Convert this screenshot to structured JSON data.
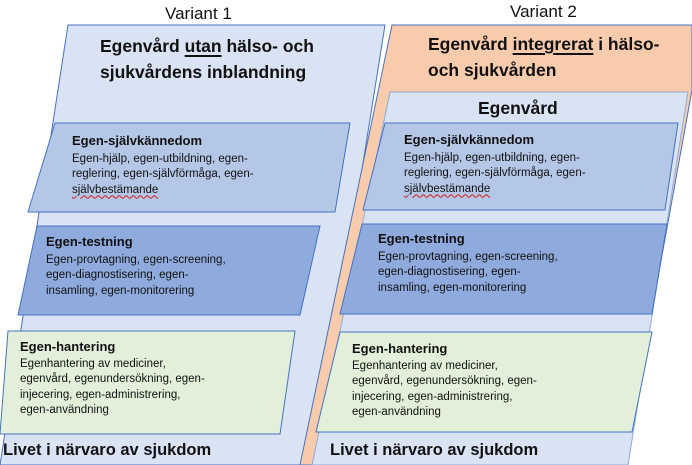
{
  "variants": [
    {
      "label": "Variant 1",
      "heading": {
        "pre": "Egenvård ",
        "em": "utan",
        "post": " hälso- och",
        "line2": "sjukvårdens inblandning"
      },
      "bottom": "Livet i närvaro av sjukdom",
      "sections": [
        {
          "title": "Egen-självkännedom",
          "lines": [
            "Egen-hjälp, egen-utbildning, egen-",
            "reglering, egen-självförmåga, egen-",
            "självbestämande"
          ]
        },
        {
          "title": "Egen-testning",
          "lines": [
            "Egen-provtagning, egen-screening,",
            "egen-diagnostisering, egen-",
            "insamling, egen-monitorering"
          ]
        },
        {
          "title": "Egen-hantering",
          "lines": [
            "Egenhantering av mediciner,",
            "egenvård, egenundersökning, egen-",
            "injecering, egen-administrering,",
            "egen-användning"
          ]
        }
      ]
    },
    {
      "label": "Variant 2",
      "heading": {
        "pre": "Egenvård ",
        "em": "integrerat",
        "post": " i hälso-",
        "line2": "och sjukvården"
      },
      "inner_heading": "Egenvård",
      "bottom": "Livet i närvaro av sjukdom",
      "sections": [
        {
          "title": "Egen-självkännedom",
          "lines": [
            "Egen-hjälp, egen-utbildning, egen-",
            "reglering, egen-självförmåga, egen-",
            "självbestämande"
          ]
        },
        {
          "title": "Egen-testning",
          "lines": [
            "Egen-provtagning, egen-screening,",
            "egen-diagnostisering, egen-",
            "insamling, egen-monitorering"
          ]
        },
        {
          "title": "Egen-hantering",
          "lines": [
            "Egenhantering av mediciner,",
            "egenvård, egenundersökning, egen-",
            "injecering, egen-administrering,",
            "egen-användning"
          ]
        }
      ]
    }
  ],
  "colors": {
    "outer_blue": "#dae3f3",
    "outer_orange": "#f8cbad",
    "border": "#4472c4",
    "self_knowledge": "#b4c7e7",
    "self_testing": "#8faadc",
    "self_management": "#e2f0d9",
    "inner_care": "#dae3f3"
  }
}
